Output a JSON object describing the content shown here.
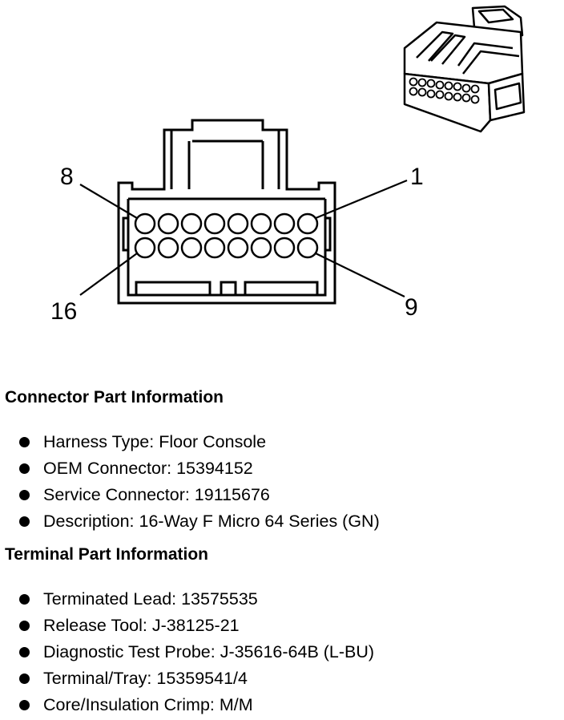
{
  "connector_diagram": {
    "pin_labels": {
      "top_left": "8",
      "top_right": "1",
      "bottom_left": "16",
      "bottom_right": "9"
    },
    "rows": 2,
    "pins_per_row": 8
  },
  "connector_info": {
    "title": "Connector Part Information",
    "items": [
      "Harness Type: Floor Console",
      "OEM Connector: 15394152",
      "Service Connector: 19115676",
      "Description: 16-Way F Micro 64 Series (GN)"
    ]
  },
  "terminal_info": {
    "title": "Terminal Part Information",
    "items": [
      "Terminated Lead: 13575535",
      "Release Tool: J-38125-21",
      "Diagnostic Test Probe: J-35616-64B (L-BU)",
      "Terminal/Tray: 15359541/4",
      "Core/Insulation Crimp: M/M"
    ]
  },
  "icons": [
    "bullet-icon",
    "connector-3d-icon"
  ]
}
